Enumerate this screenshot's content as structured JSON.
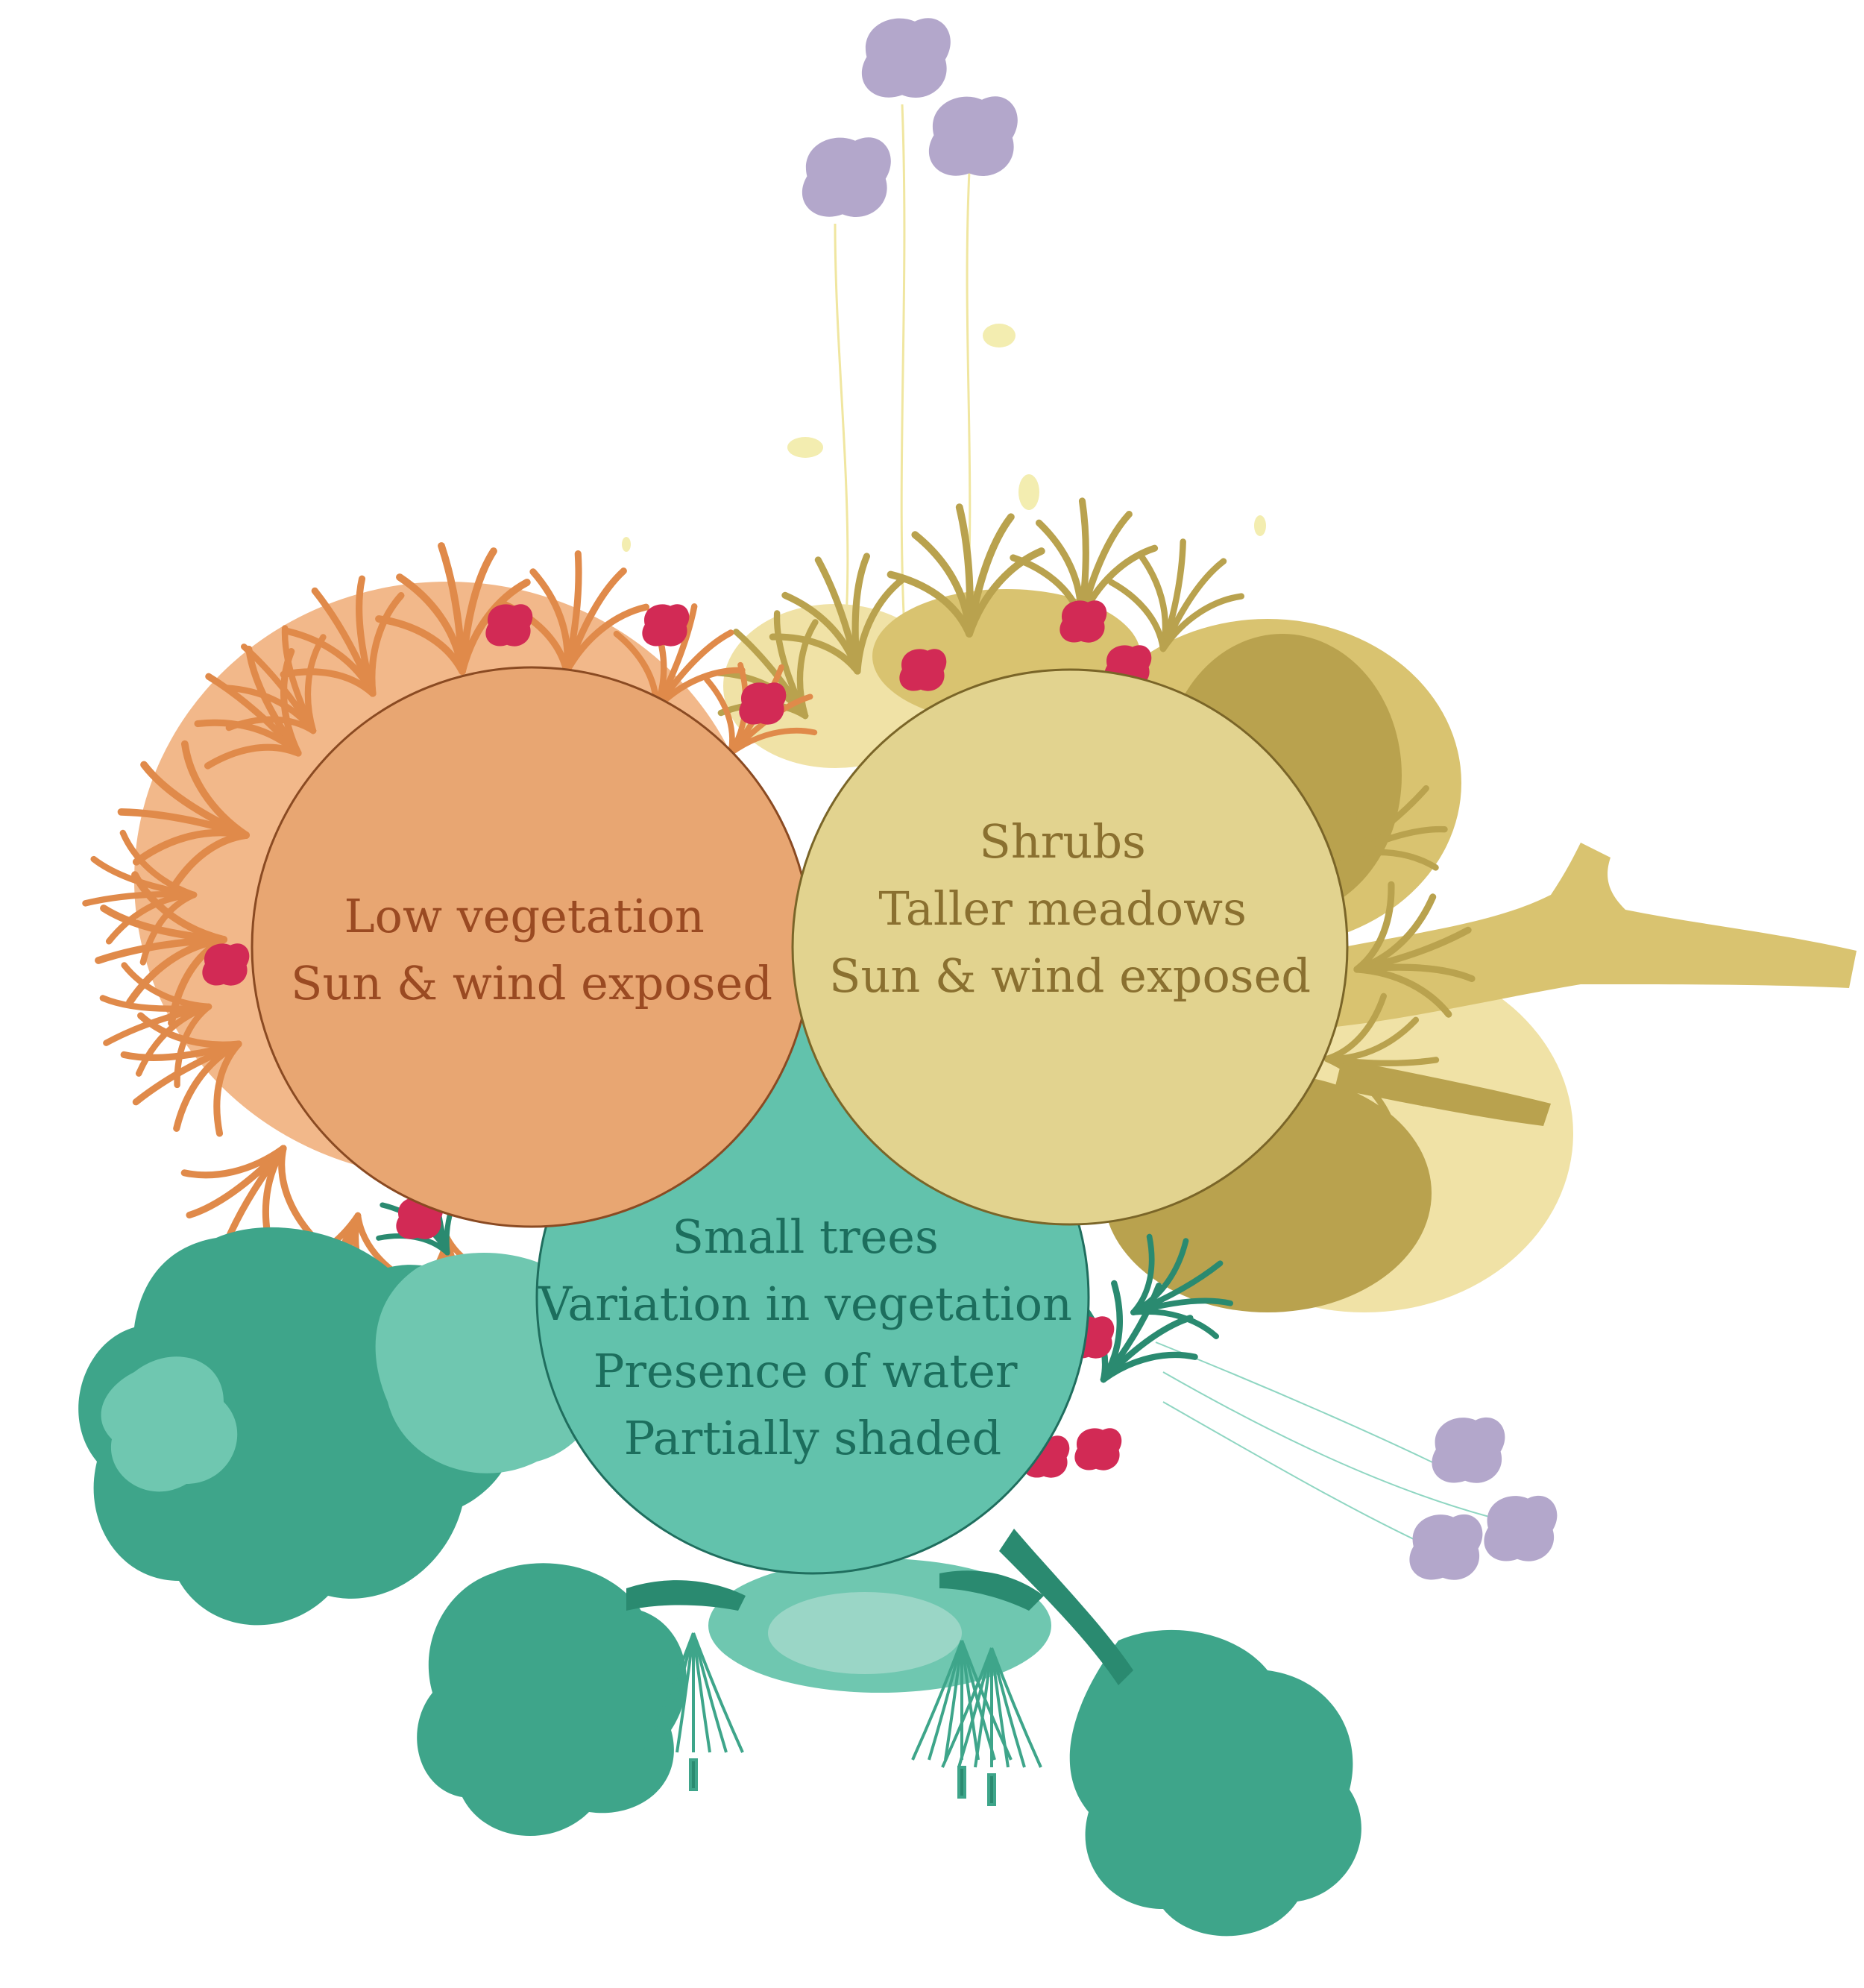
{
  "colors": {
    "orange_fill": "#E8A672",
    "orange_stroke": "#8A4A22",
    "orange_text": "#9A4A22",
    "orange_veg": "#E08A4A",
    "orange_veg_light": "#F2B88A",
    "yellow_fill": "#E2D38F",
    "yellow_stroke": "#7A6528",
    "yellow_text": "#8A7030",
    "yellow_veg": "#D9C370",
    "yellow_veg_dark": "#B9A24E",
    "yellow_veg_light": "#F0E2A6",
    "teal_fill": "#62C2AC",
    "teal_stroke": "#1F6E5E",
    "teal_text": "#1C6E5D",
    "teal_veg": "#3EA58A",
    "teal_veg_light": "#6FC7B0",
    "teal_veg_dark": "#2A8A70",
    "lavender": "#B3A7CB",
    "pale_yellow": "#F3EDB0",
    "red_flower": "#D22A55"
  },
  "circles": [
    {
      "id": "low-vegetation",
      "lines": [
        "Low vegetation",
        "Sun & wind exposed"
      ]
    },
    {
      "id": "shrubs",
      "lines": [
        "Shrubs",
        "Taller meadows",
        "Sun & wind exposed"
      ]
    },
    {
      "id": "small-trees",
      "lines": [
        "Small trees",
        "Variation in vegetation",
        "Presence of water",
        "Partially shaded"
      ]
    }
  ]
}
